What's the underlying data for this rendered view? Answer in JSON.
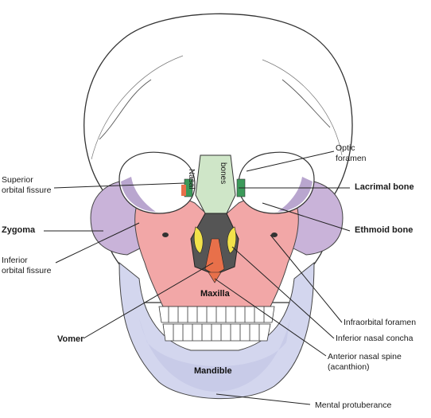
{
  "labels": {
    "optic_foramen_1": "Optic",
    "optic_foramen_2": "foramen",
    "superior_orbital_1": "Superior",
    "superior_orbital_2": "orbital fissure",
    "lacrimal_bone": "Lacrimal bone",
    "zygoma": "Zygoma",
    "ethmoid_bone": "Ethmoid bone",
    "inferior_orbital_1": "Inferior",
    "inferior_orbital_2": "orbital fissure",
    "infraorbital_foramen": "Infraorbital foramen",
    "inferior_nasal_concha": "Inferior nasal concha",
    "vomer": "Vomer",
    "anterior_nasal_spine_1": "Anterior nasal spine",
    "anterior_nasal_spine_2": "(acanthion)",
    "mental_protuberance": "Mental protuberance",
    "maxilla": "Maxilla",
    "mandible": "Mandible",
    "nasal_1": "Nasal",
    "nasal_2": "bones"
  },
  "colors": {
    "maxilla": "#f2a7a7",
    "zygoma": "#c9b3d9",
    "mandible": "#d3d6ee",
    "nasal": "#cfe6c8",
    "lacrimal": "#3c9a5a",
    "vomer": "#e8704a",
    "concha": "#f2e24a",
    "line": "#222222"
  }
}
